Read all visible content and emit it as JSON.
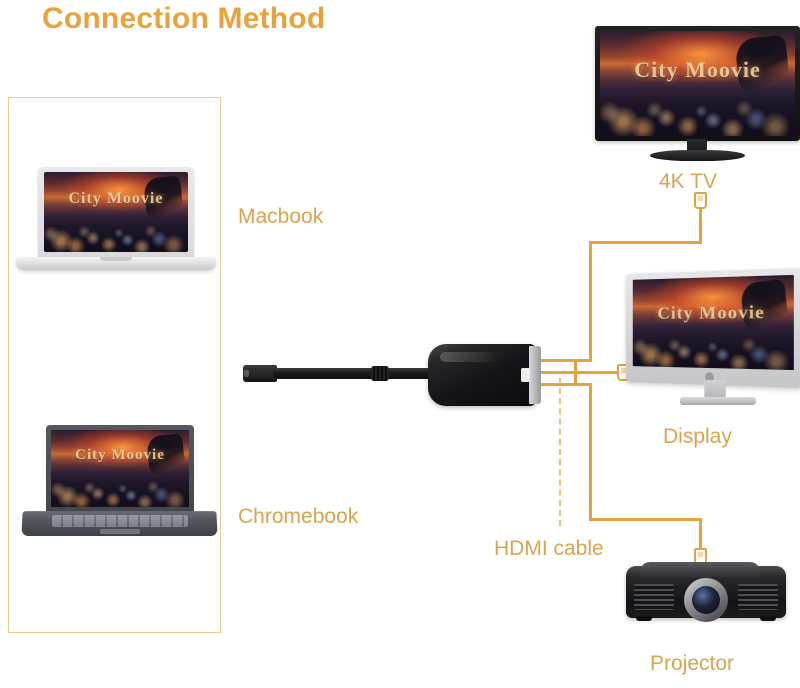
{
  "page": {
    "title": "Connection Method",
    "accent_color": "#E8A33D",
    "wire_color": "#E2A340",
    "box_border_color": "#E9C98C",
    "label_color": "#D9A44E"
  },
  "source_box": {
    "devices": [
      {
        "id": "macbook",
        "label": "Macbook",
        "screen_text": "City Moovie",
        "chassis": "silver"
      },
      {
        "id": "chromebook",
        "label": "Chromebook",
        "screen_text": "City Moovie",
        "chassis": "dark-gray"
      }
    ]
  },
  "adapter": {
    "input_connector": "usb-c",
    "output_connector": "hdmi",
    "color": "black"
  },
  "annotations": {
    "hdmi_cable_label": "HDMI cable"
  },
  "outputs": [
    {
      "id": "tv",
      "label": "4K TV",
      "screen_text": "City Moovie"
    },
    {
      "id": "display",
      "label": "Display",
      "screen_text": "City Moovie"
    },
    {
      "id": "projector",
      "label": "Projector",
      "screen_text": ""
    }
  ]
}
